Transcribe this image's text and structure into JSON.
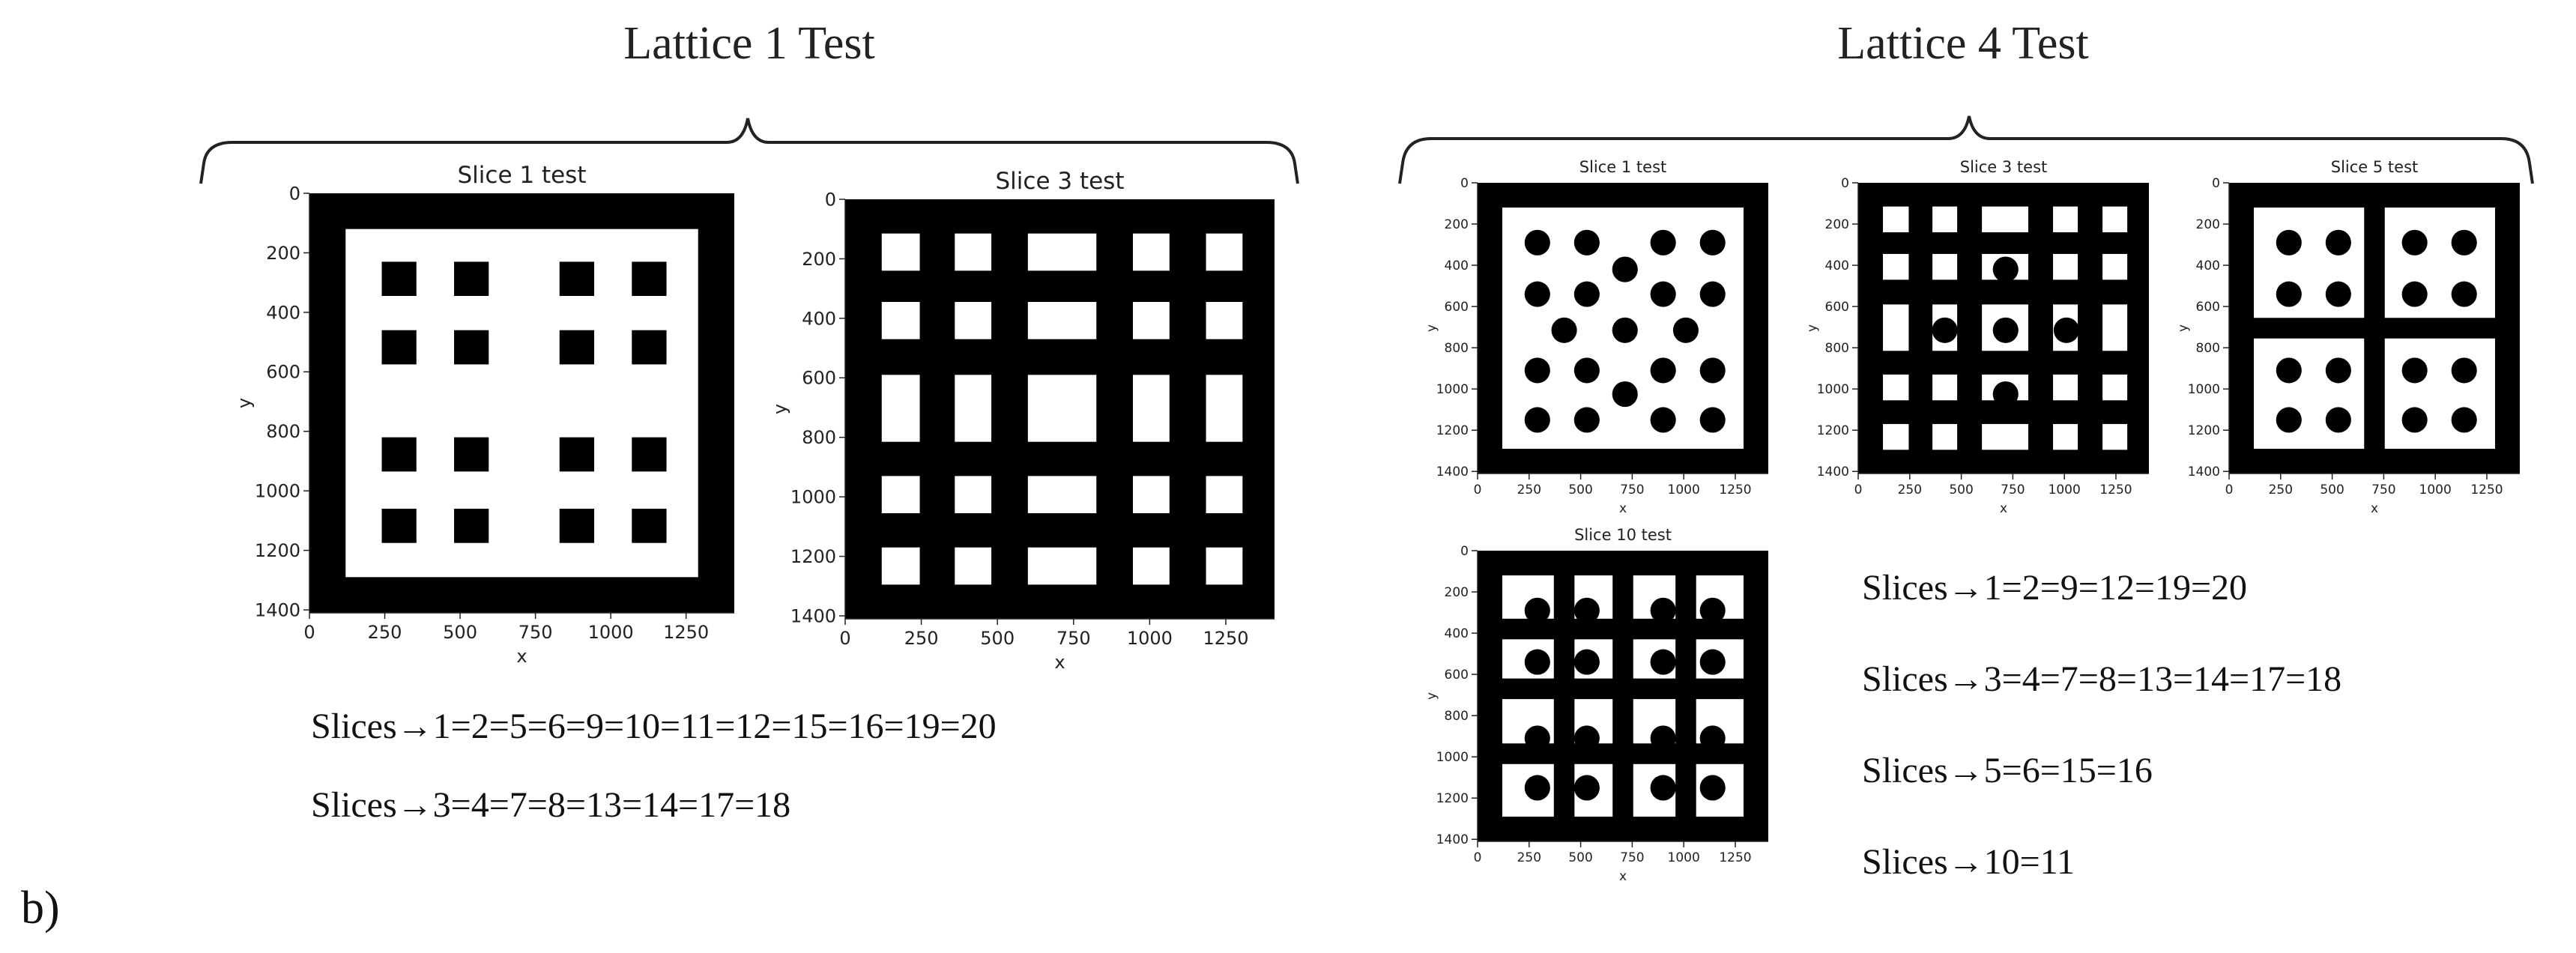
{
  "figure_label": "b)",
  "groups": [
    {
      "title": "Lattice 1 Test"
    },
    {
      "title": "Lattice 4 Test"
    }
  ],
  "panels": [
    {
      "title": "Slice 1 test",
      "pattern": "l1_slice1",
      "xlabel": "x",
      "ylabel": "y",
      "xticks": [
        "0",
        "250",
        "500",
        "750",
        "1000",
        "1250"
      ],
      "yticks": [
        "0",
        "200",
        "400",
        "600",
        "800",
        "1000",
        "1200",
        "1400"
      ]
    },
    {
      "title": "Slice 3 test",
      "pattern": "l1_slice3",
      "xlabel": "x",
      "ylabel": "y",
      "xticks": [
        "0",
        "250",
        "500",
        "750",
        "1000",
        "1250"
      ],
      "yticks": [
        "0",
        "200",
        "400",
        "600",
        "800",
        "1000",
        "1200",
        "1400"
      ]
    },
    {
      "title": "Slice 1 test",
      "pattern": "l4_slice1",
      "xlabel": "x",
      "ylabel": "y",
      "xticks": [
        "0",
        "250",
        "500",
        "750",
        "1000",
        "1250"
      ],
      "yticks": [
        "0",
        "200",
        "400",
        "600",
        "800",
        "1000",
        "1200",
        "1400"
      ]
    },
    {
      "title": "Slice 3 test",
      "pattern": "l4_slice3",
      "xlabel": "x",
      "ylabel": "y",
      "xticks": [
        "0",
        "250",
        "500",
        "750",
        "1000",
        "1250"
      ],
      "yticks": [
        "0",
        "200",
        "400",
        "600",
        "800",
        "1000",
        "1200",
        "1400"
      ]
    },
    {
      "title": "Slice 5 test",
      "pattern": "l4_slice5",
      "xlabel": "x",
      "ylabel": "y",
      "xticks": [
        "0",
        "250",
        "500",
        "750",
        "1000",
        "1250"
      ],
      "yticks": [
        "0",
        "200",
        "400",
        "600",
        "800",
        "1000",
        "1200",
        "1400"
      ]
    },
    {
      "title": "Slice 10 test",
      "pattern": "l4_slice10",
      "xlabel": "x",
      "ylabel": "y",
      "xticks": [
        "0",
        "250",
        "500",
        "750",
        "1000",
        "1250"
      ],
      "yticks": [
        "0",
        "200",
        "400",
        "600",
        "800",
        "1000",
        "1200",
        "1400"
      ]
    }
  ],
  "equations": [
    {
      "text": "Slices→1=2=5=6=9=10=11=12=15=16=19=20"
    },
    {
      "text": "Slices→3=4=7=8=13=14=17=18"
    },
    {
      "text": "Slices→1=2=9=12=19=20"
    },
    {
      "text": "Slices→3=4=7=8=13=14=17=18"
    },
    {
      "text": "Slices→5=6=15=16"
    },
    {
      "text": "Slices→10=11"
    }
  ]
}
